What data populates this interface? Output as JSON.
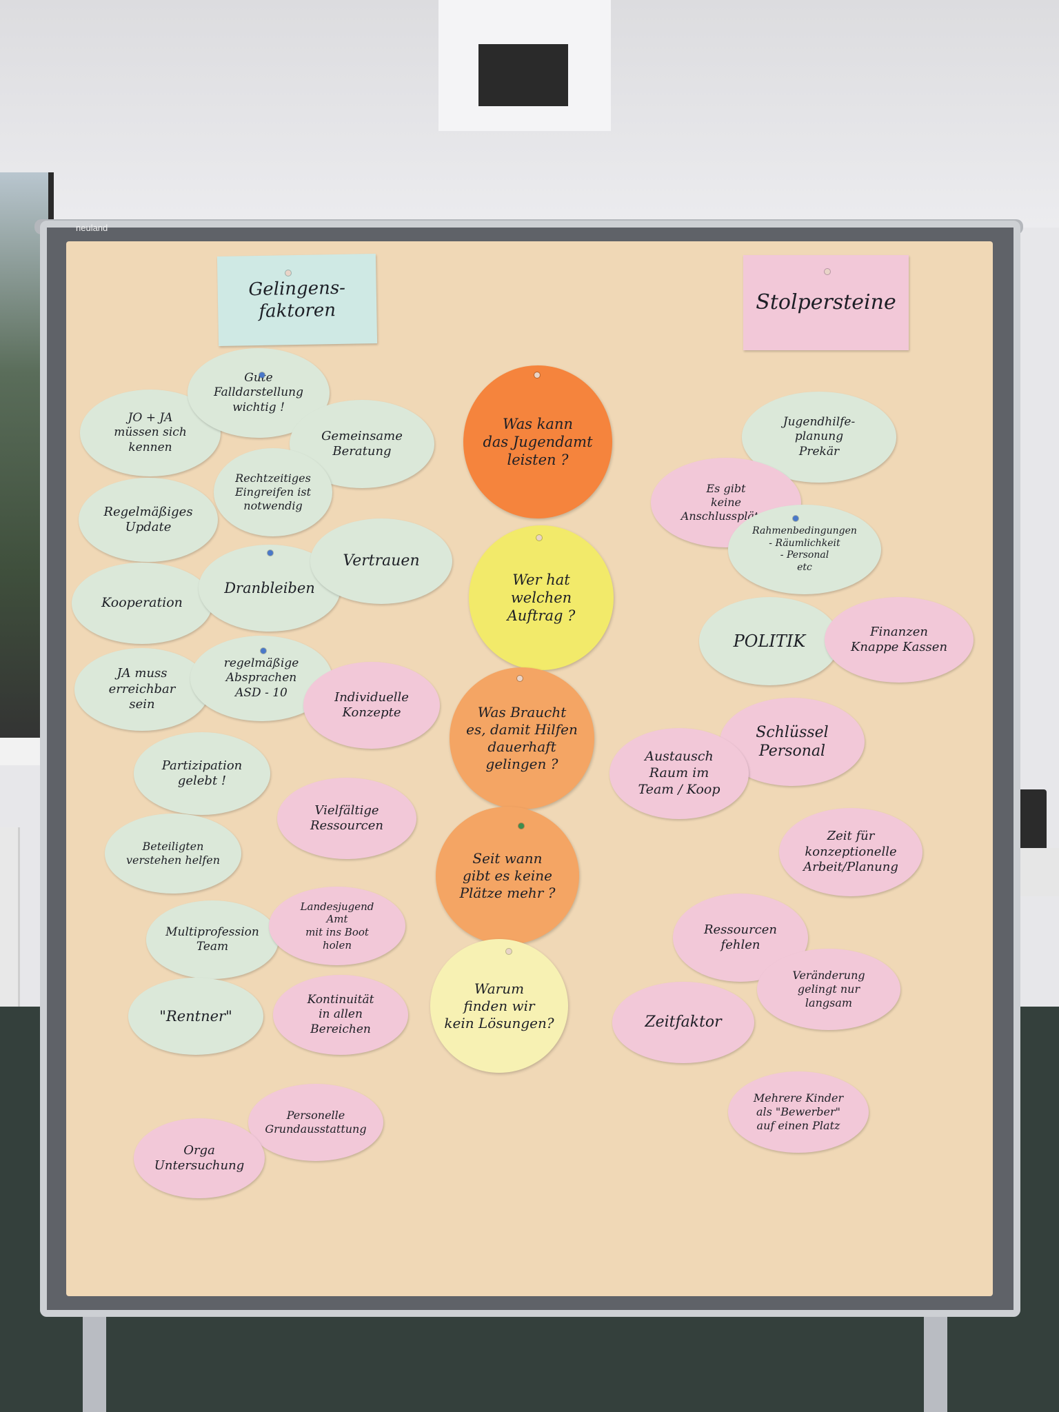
{
  "board": {
    "brand": "neuland",
    "headers": {
      "left": "Gelingens-\nfaktoren",
      "right": "Stolpersteine"
    },
    "questions": [
      "Was kann\ndas Jugendamt\nleisten ?",
      "Wer hat\nwelchen\nAuftrag ?",
      "Was Braucht\nes, damit Hilfen\ndauerhaft\ngelingen ?",
      "Seit wann\ngibt es keine\nPlätze mehr ?",
      "Warum\nfinden wir\nkein Lösungen?"
    ],
    "left_cards": [
      "JO + JA\nmüssen sich\nkennen",
      "Gute\nFalldarstellung\nwichtig !",
      "Gemeinsame\nBeratung",
      "Regelmäßiges\nUpdate",
      "Rechtzeitiges\nEingreifen ist\nnotwendig",
      "Kooperation",
      "Dranbleiben",
      "Vertrauen",
      "JA muss\nerreichbar\nsein",
      "regelmäßige\nAbsprachen\nASD - 10",
      "Individuelle\nKonzepte",
      "Partizipation\ngelebt !",
      "Vielfältige\nRessourcen",
      "Beteiligten\nverstehen helfen",
      "Multiprofession\nTeam",
      "Landesjugend\nAmt\nmit ins Boot\nholen",
      "\"Rentner\"",
      "Kontinuität\nin allen\nBereichen",
      "Personelle\nGrundausstattung",
      "Orga\nUntersuchung"
    ],
    "right_cards": [
      "Jugendhilfe-\nplanung\nPrekär",
      "Es gibt\nkeine\nAnschlussplätze",
      "Rahmenbedingungen\n- Räumlichkeit\n- Personal\netc",
      "POLITIK",
      "Finanzen\nKnappe Kassen",
      "Schlüssel\nPersonal",
      "Austausch\nRaum im\nTeam / Koop",
      "Zeit für\nkonzeptionelle\nArbeit/Planung",
      "Ressourcen\nfehlen",
      "Veränderung\ngelingt nur\nlangsam",
      "Zeitfaktor",
      "Mehrere Kinder\nals \"Bewerber\"\nauf einen Platz"
    ]
  },
  "colors": {
    "paper": "#f0d8b6",
    "green_card": "#dbe8d9",
    "pink_card": "#f2c8d8",
    "header_cyan": "#cfe9e4",
    "orange_strong": "#f5843d",
    "orange": "#f4a564",
    "yellow": "#f2ea6a",
    "pale_yellow": "#f7f1b3"
  }
}
